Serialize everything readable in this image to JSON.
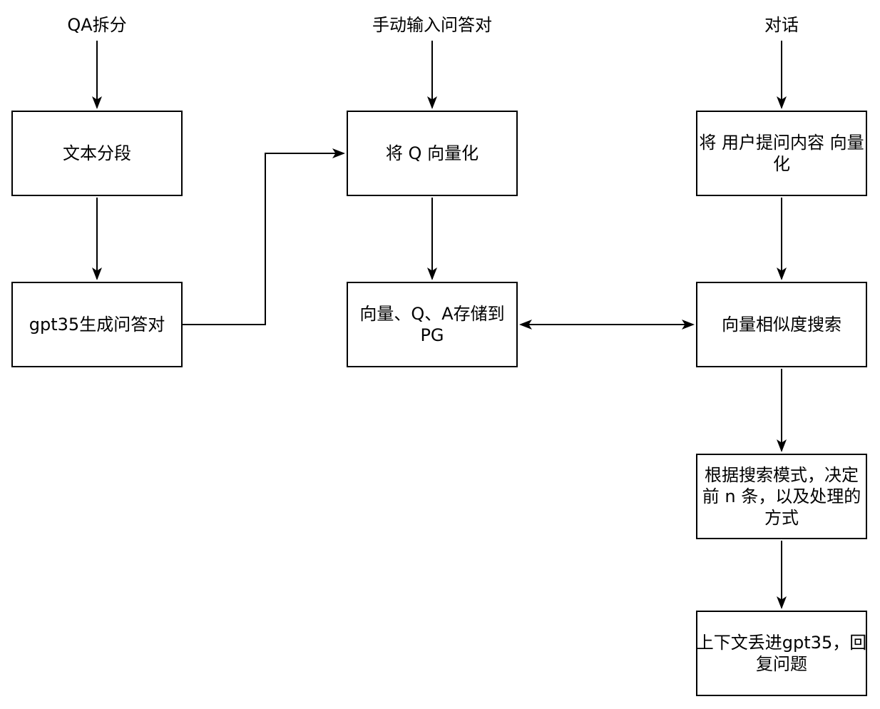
{
  "diagram": {
    "background_color": "#ffffff",
    "stroke_color": "#000000",
    "text_color": "#000000",
    "entry_labels": [
      {
        "id": "qa-split",
        "text": "QA拆分"
      },
      {
        "id": "manual-input",
        "text": "手动输入问答对"
      },
      {
        "id": "chat",
        "text": "对话"
      }
    ],
    "nodes": [
      {
        "id": "text-segmentation",
        "text": "文本分段",
        "lines": [
          "文本分段"
        ]
      },
      {
        "id": "gpt35-generate-qa",
        "text": "gpt35生成问答对",
        "lines": [
          "gpt35生成问答对"
        ]
      },
      {
        "id": "vectorize-q",
        "text": "将 Q 向量化",
        "lines": [
          "将 Q 向量化"
        ]
      },
      {
        "id": "store-to-pg",
        "text": "向量、Q、A存储到PG",
        "lines": [
          "向量、Q、A存储到",
          "PG"
        ]
      },
      {
        "id": "vectorize-user-question",
        "text": "将 用户提问内容 向量化",
        "lines": [
          "将 用户提问内容 向量",
          "化"
        ]
      },
      {
        "id": "vector-similarity",
        "text": "向量相似度搜索",
        "lines": [
          "向量相似度搜索"
        ]
      },
      {
        "id": "search-mode",
        "text": "根据搜索模式，决定前 n 条，以及处理的方式",
        "lines": [
          "根据搜索模式，决定",
          "前 n 条，以及处理的",
          "方式"
        ]
      },
      {
        "id": "gpt35-answer",
        "text": "上下文丢进gpt35，回复问题",
        "lines": [
          "上下文丢进gpt35，回",
          "复问题"
        ]
      }
    ],
    "edges": [
      {
        "from": "qa-split",
        "to": "text-segmentation",
        "type": "arrow"
      },
      {
        "from": "manual-input",
        "to": "vectorize-q",
        "type": "arrow"
      },
      {
        "from": "chat",
        "to": "vectorize-user-question",
        "type": "arrow"
      },
      {
        "from": "text-segmentation",
        "to": "gpt35-generate-qa",
        "type": "arrow"
      },
      {
        "from": "gpt35-generate-qa",
        "to": "vectorize-q",
        "type": "arrow-elbow"
      },
      {
        "from": "vectorize-q",
        "to": "store-to-pg",
        "type": "arrow"
      },
      {
        "from": "store-to-pg",
        "to": "vector-similarity",
        "type": "double-arrow"
      },
      {
        "from": "vectorize-user-question",
        "to": "vector-similarity",
        "type": "arrow"
      },
      {
        "from": "vector-similarity",
        "to": "search-mode",
        "type": "arrow"
      },
      {
        "from": "search-mode",
        "to": "gpt35-answer",
        "type": "arrow"
      }
    ]
  }
}
